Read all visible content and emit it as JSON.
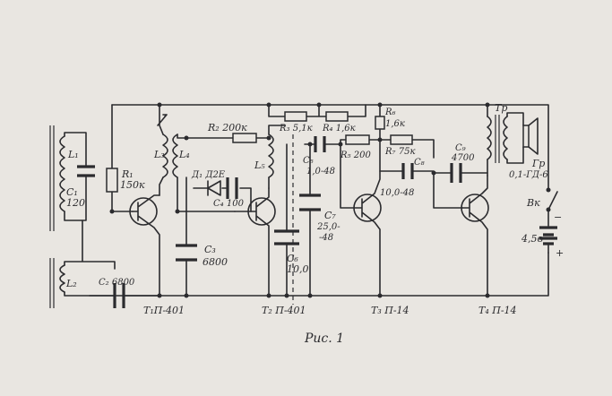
{
  "caption": "Рис. 1",
  "transistors": [
    {
      "id": "t1",
      "label": "T₁П-401"
    },
    {
      "id": "t2",
      "label": "T₂ П-401"
    },
    {
      "id": "t3",
      "label": "T₃ П-14"
    },
    {
      "id": "t4",
      "label": "T₄ П-14"
    }
  ],
  "components": {
    "L1": "L₁",
    "C1": "C₁",
    "C1_val": "120",
    "L2": "L₂",
    "C2": "C₂ 6800",
    "R1": "R₁",
    "R1_val": "150к",
    "L3": "L₃",
    "L4": "L₄",
    "R2": "R₂ 200к",
    "D1": "Д₁ Д2Е",
    "C4": "C₄ 100",
    "C3": "C₃",
    "C3_val": "6800",
    "L5": "L₅",
    "R3": "R₃ 5,1к",
    "R4": "R₄ 1,6к",
    "C5": "C₅",
    "C5_val": "1,0-48",
    "C6": "C₆",
    "C6_val": "10,0",
    "C7": "C₇",
    "C7_val_a": "25,0-",
    "C7_val_b": "-48",
    "R5": "R₅ 200",
    "R6": "R₆",
    "R6_val": "1,6к",
    "R7": "R₇ 75к",
    "C8": "C₈",
    "C8_val": "10,0-48",
    "C9": "C₉",
    "C9_val": "4700",
    "Tr": "Тр",
    "Gr": "Гр",
    "Gr_val": "0,1-ГД-6",
    "Vk": "Вк",
    "V": "4,5в"
  }
}
